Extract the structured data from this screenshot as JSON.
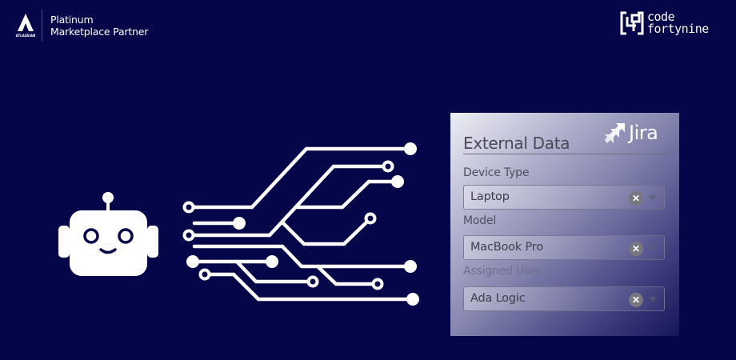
{
  "header": {
    "partner_brand": "ATLASSIAN",
    "partner_line1": "Platinum",
    "partner_line2": "Marketplace Partner",
    "logo_line1": "code",
    "logo_line2": "fortynine"
  },
  "illustration": {
    "robot_icon": "robot-icon",
    "circuit": "circuit-lines"
  },
  "panel": {
    "title": "External Data",
    "app_name": "Jira",
    "fields": [
      {
        "label": "Device Type",
        "value": "Laptop"
      },
      {
        "label": "Model",
        "value": "MacBook Pro"
      },
      {
        "label": "Assigned User",
        "value": "Ada Logic"
      }
    ],
    "clear_glyph": "✕"
  },
  "colors": {
    "background": "#05054a",
    "foreground": "#ffffff",
    "panel_light": "#eeeef5",
    "panel_dark": "#15155a"
  }
}
